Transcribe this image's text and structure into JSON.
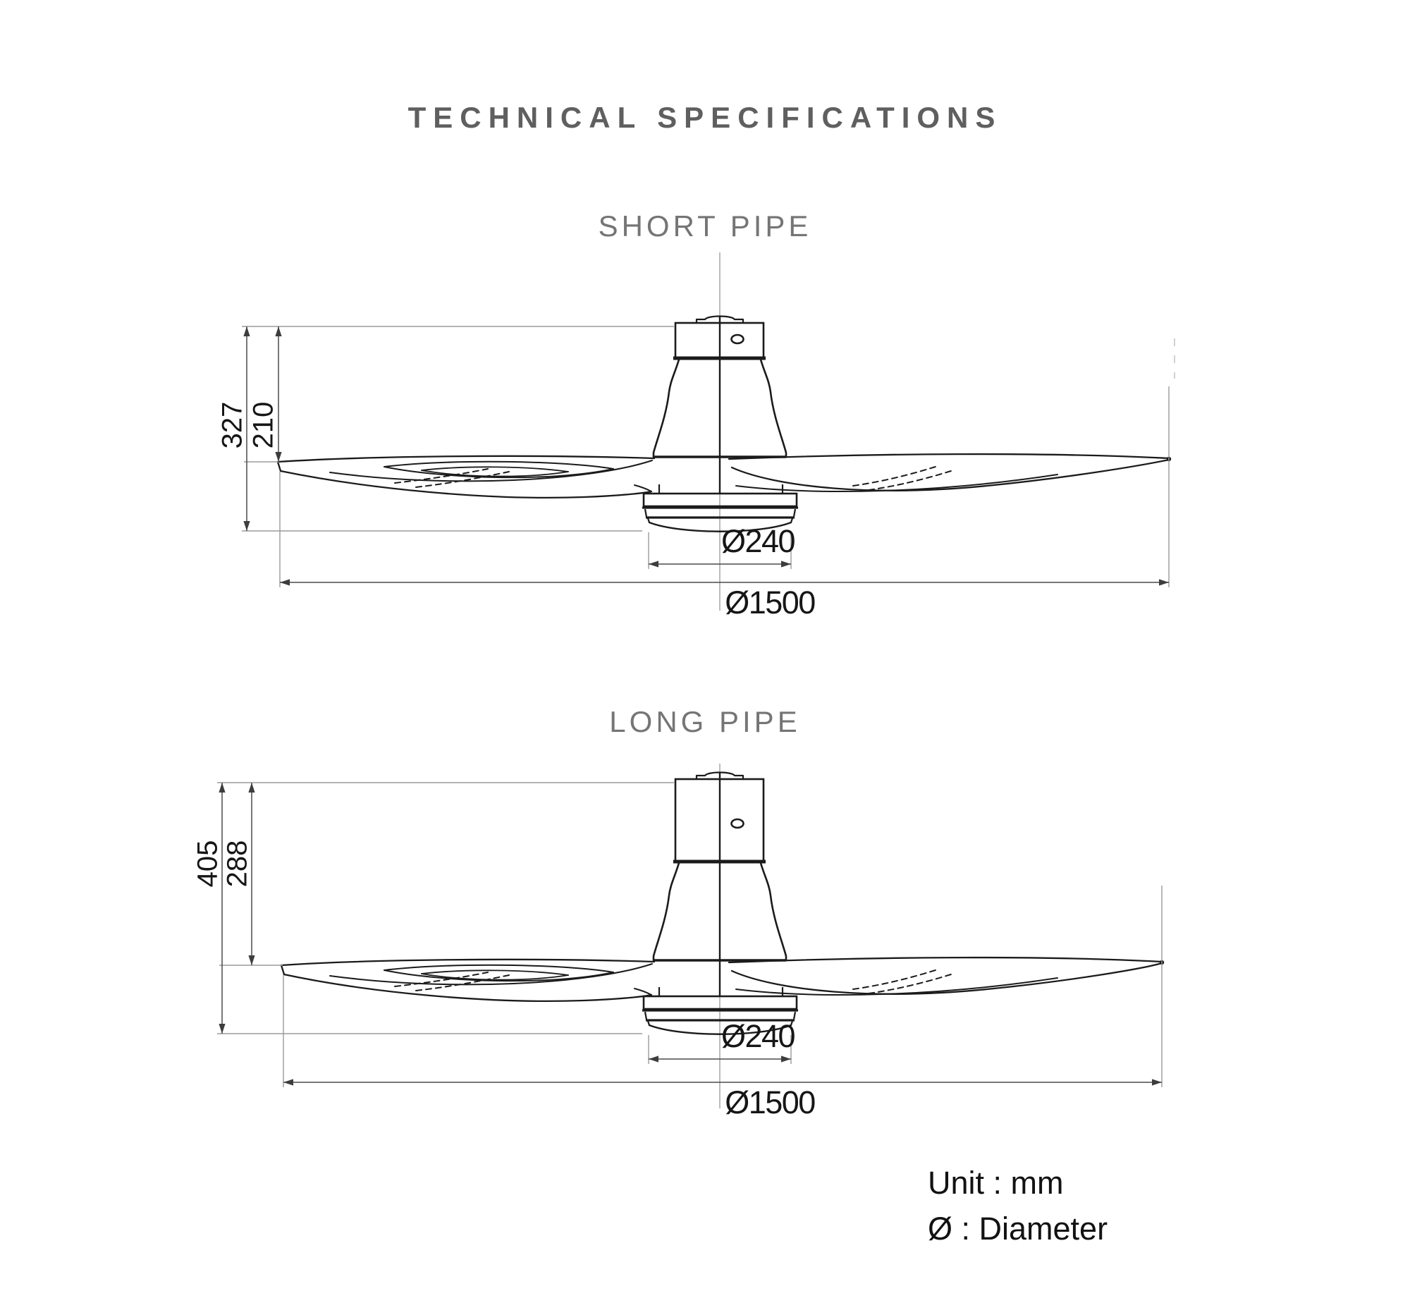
{
  "title": "TECHNICAL SPECIFICATIONS",
  "diagrams": [
    {
      "label": "SHORT PIPE",
      "total_height": "327",
      "height_to_blades": "210",
      "light_kit_diameter": "Ø240",
      "fan_diameter": "Ø1500"
    },
    {
      "label": "LONG PIPE",
      "total_height": "405",
      "height_to_blades": "288",
      "light_kit_diameter": "Ø240",
      "fan_diameter": "Ø1500"
    }
  ],
  "legend": {
    "unit": "Unit : mm",
    "diameter": "Ø : Diameter"
  },
  "colors": {
    "drawing_line": "#1b1b1b",
    "dimension_line": "#4a4a4a",
    "extension_line": "#9b9b9b",
    "title_text": "#5f5f5f",
    "subtitle_text": "#757575",
    "dimension_text": "#161616"
  }
}
